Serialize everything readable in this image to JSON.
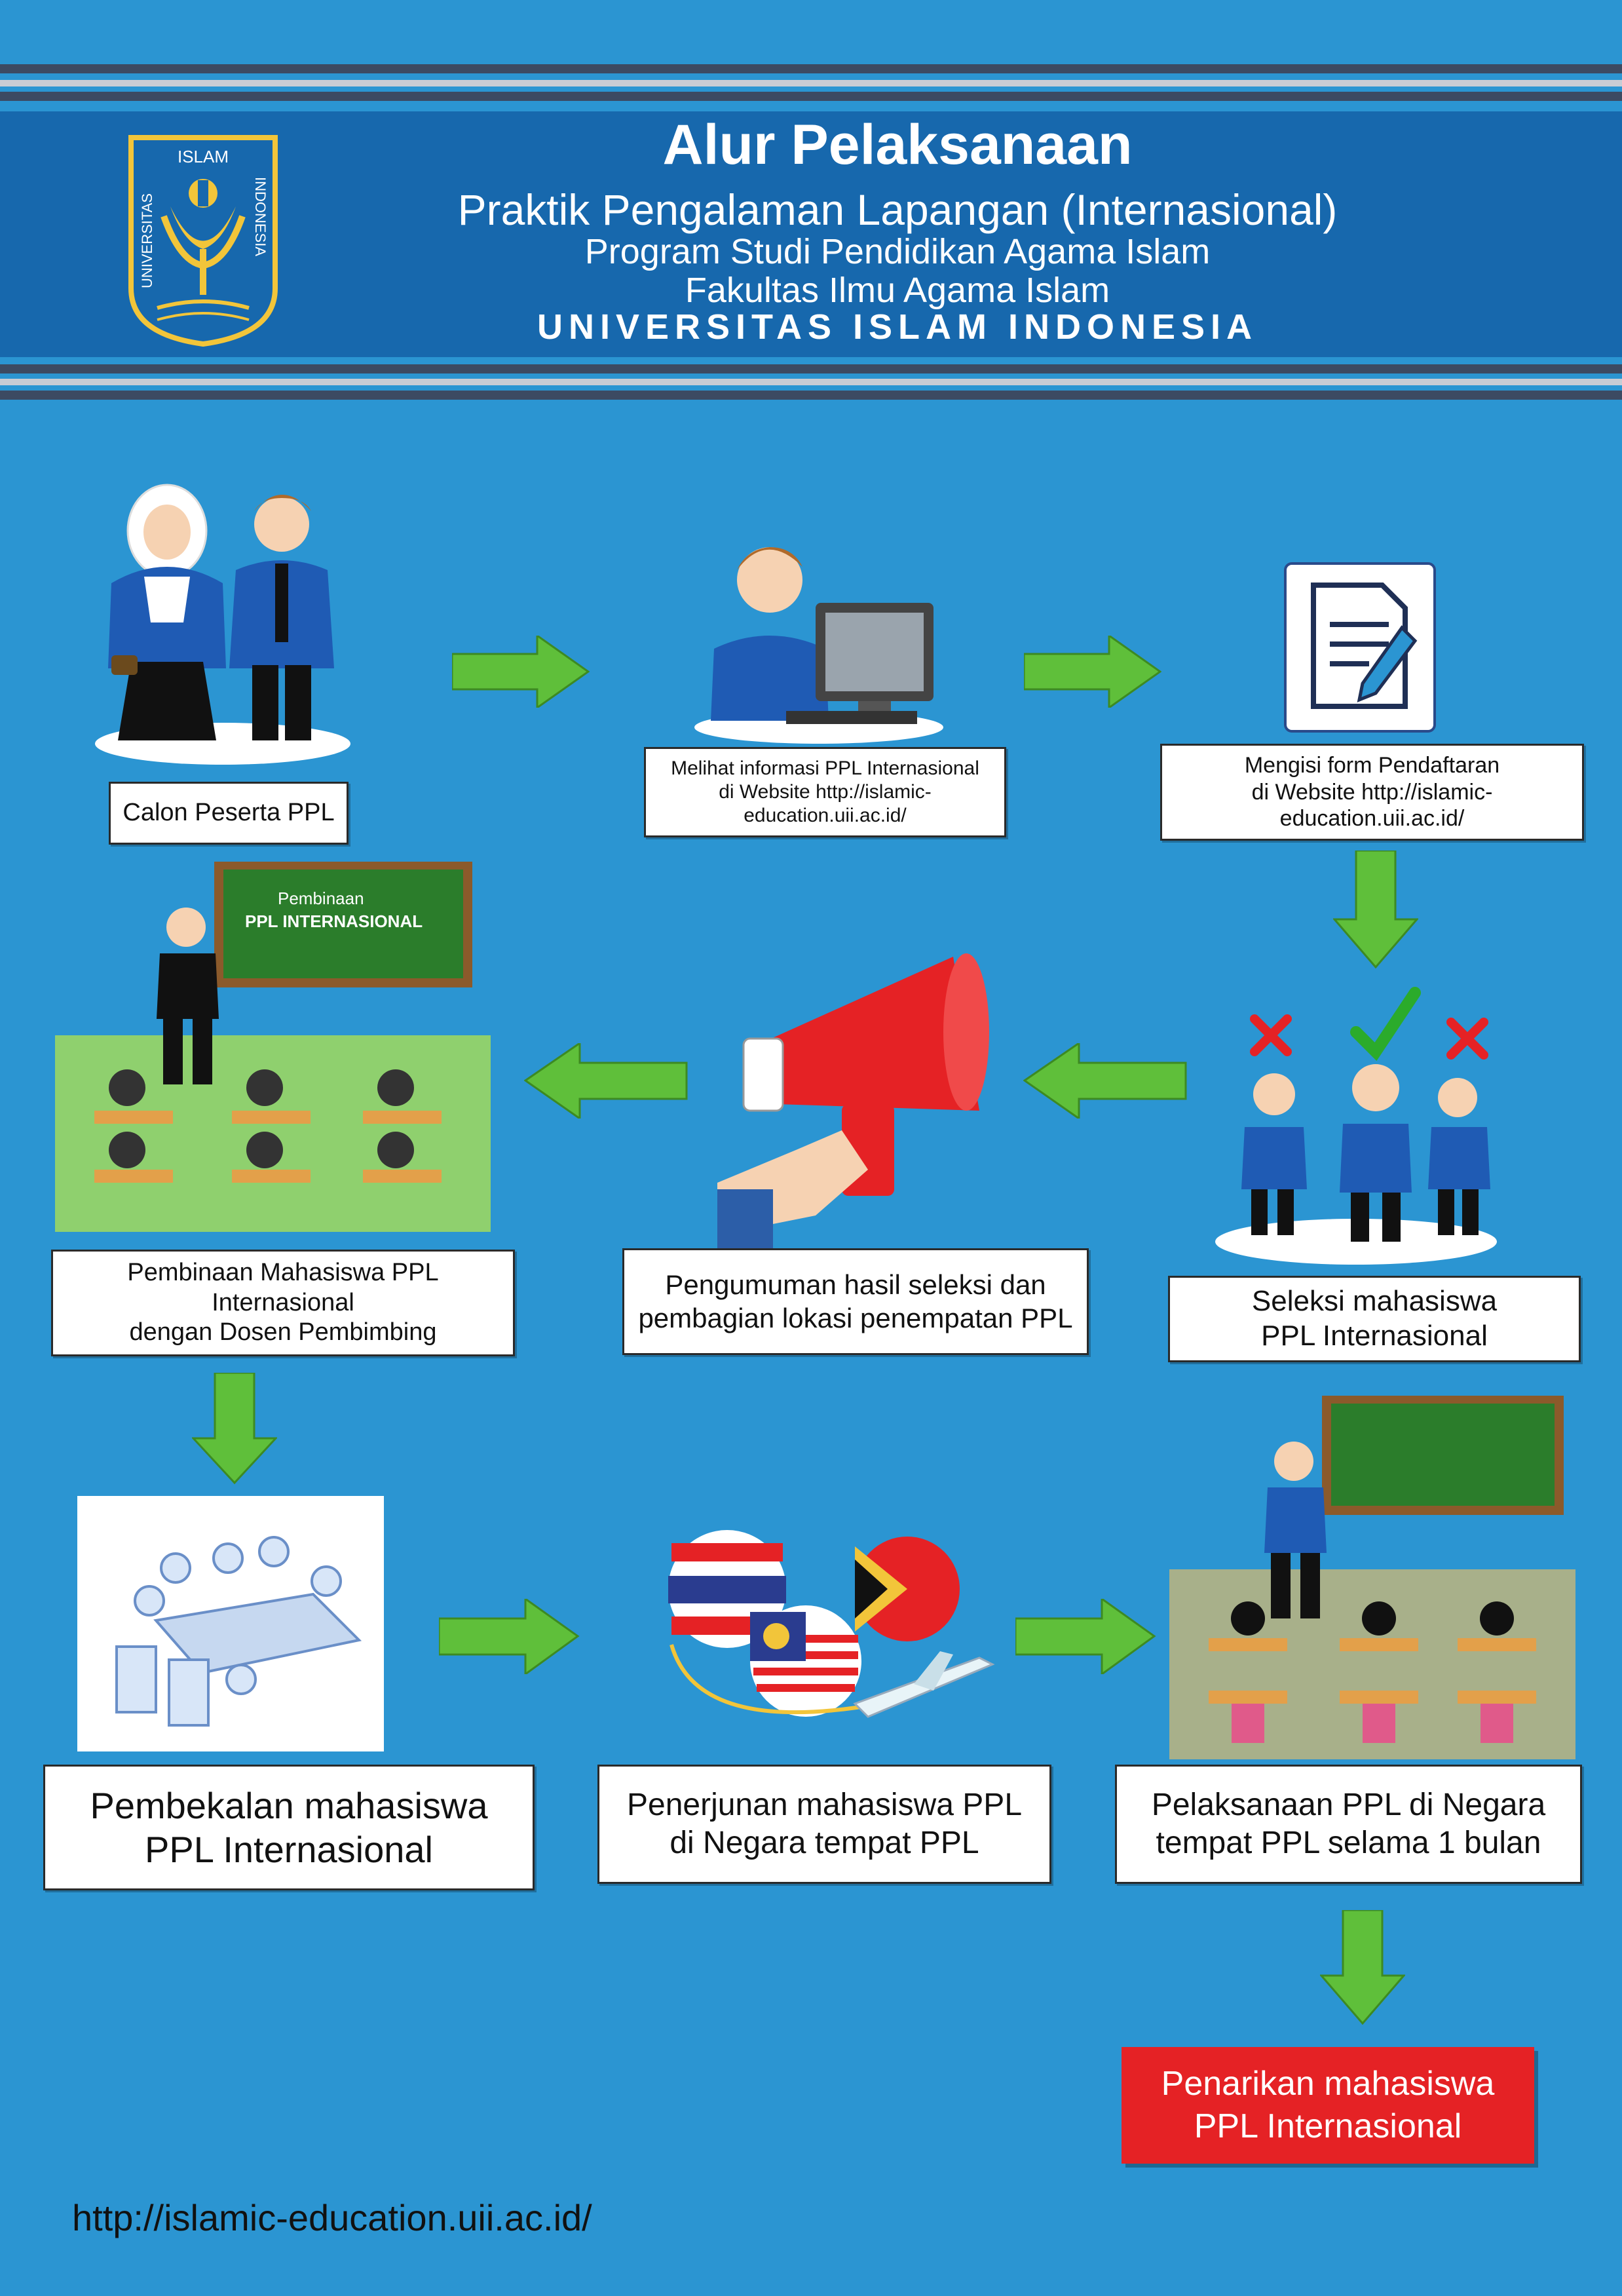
{
  "header": {
    "title": "Alur Pelaksanaan",
    "subtitle": "Praktik Pengalaman Lapangan (Internasional)",
    "line3": "Program Studi Pendidikan Agama Islam",
    "line4": "Fakultas Ilmu Agama Islam",
    "line5": "UNIVERSITAS ISLAM INDONESIA",
    "logo_top": "ISLAM",
    "logo_left": "UNIVERSITAS",
    "logo_right": "INDONESIA"
  },
  "steps": {
    "s1": "Calon Peserta PPL",
    "s2": "Melihat informasi PPL Internasional\ndi Website http://islamic-education.uii.ac.id/",
    "s3": "Mengisi form Pendaftaran\ndi Website http://islamic-education.uii.ac.id/",
    "s4": "Seleksi mahasiswa\nPPL Internasional",
    "s5": "Pengumuman hasil seleksi dan\npembagian lokasi penempatan PPL",
    "s6": "Pembinaan Mahasiswa PPL Internasional\ndengan Dosen Pembimbing",
    "s7": "Pembekalan mahasiswa\nPPL Internasional",
    "s8": "Penerjunan mahasiswa PPL\ndi Negara tempat PPL",
    "s9": "Pelaksanaan PPL di Negara\ntempat PPL selama 1 bulan",
    "s10": "Penarikan mahasiswa\nPPL Internasional"
  },
  "chalkboard": {
    "line1": "Pembinaan",
    "line2": "PPL INTERNASIONAL"
  },
  "footer_url": "http://islamic-education.uii.ac.id/",
  "colors": {
    "background": "#2b95d2",
    "header": "#1768ad",
    "arrow": "#5fbf3a",
    "final_box": "#e52225"
  }
}
